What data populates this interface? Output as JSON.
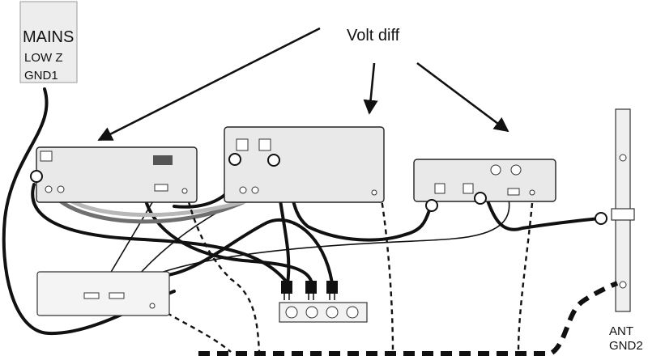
{
  "labels": {
    "mains_line1": "MAINS",
    "mains_line2": "LOW Z",
    "mains_line3": "GND1",
    "volt_diff": "Volt diff",
    "ant_line1": "ANT",
    "ant_line2": "GND2"
  },
  "colors": {
    "stroke": "#111111",
    "box_fill": "#e9e9e9",
    "cable_gray": "#6f6f6f",
    "cable_light_gray": "#b8b8b8"
  }
}
